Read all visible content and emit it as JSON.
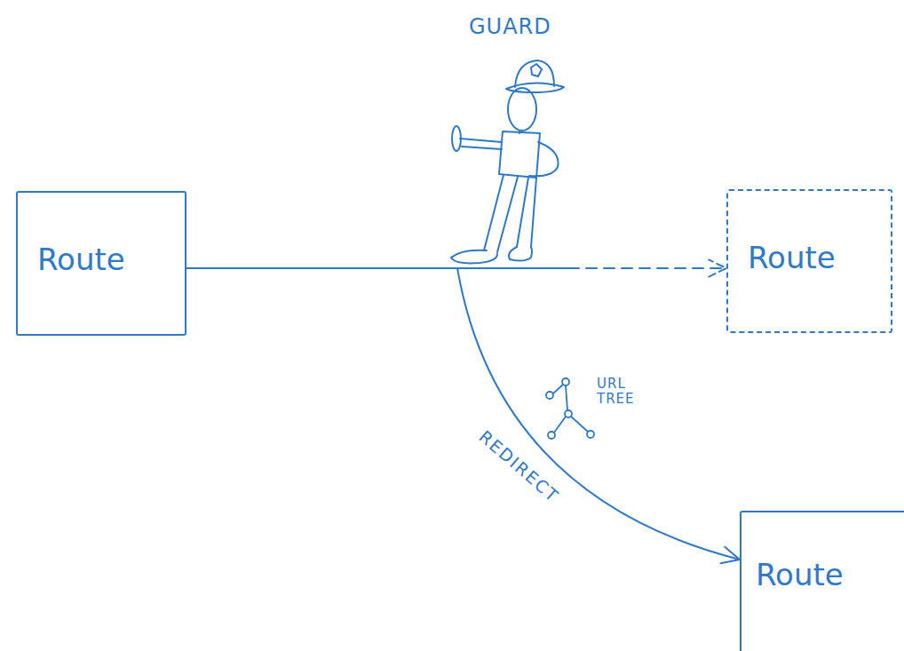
{
  "diagram": {
    "nodes": [
      {
        "text": [
          "Route"
        ]
      },
      {
        "text": [
          "Route"
        ]
      },
      {
        "text": [
          "Route"
        ]
      }
    ],
    "edges": [
      {
        "from": 0,
        "to": 1,
        "arrow": "to"
      },
      {
        "from": 0,
        "to": 2,
        "arrow": "to",
        "label": "REDIRECT"
      }
    ],
    "labels": [
      "GUARD",
      "URL TREE"
    ]
  }
}
